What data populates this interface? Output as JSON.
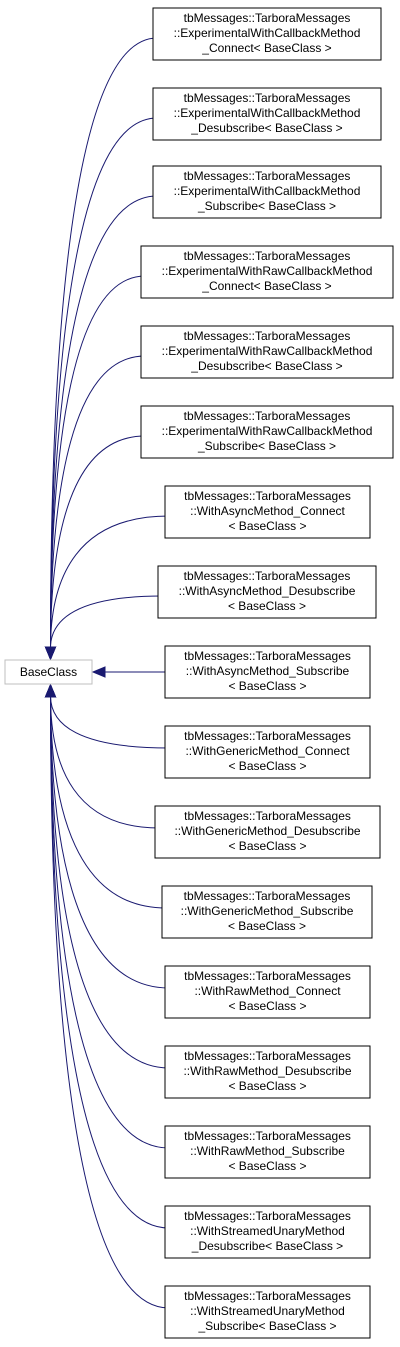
{
  "diagram": {
    "base": {
      "label": "BaseClass"
    },
    "children": [
      {
        "lines": [
          "tbMessages::TarboraMessages",
          "::ExperimentalWithCallbackMethod",
          "_Connect< BaseClass >"
        ]
      },
      {
        "lines": [
          "tbMessages::TarboraMessages",
          "::ExperimentalWithCallbackMethod",
          "_Desubscribe< BaseClass >"
        ]
      },
      {
        "lines": [
          "tbMessages::TarboraMessages",
          "::ExperimentalWithCallbackMethod",
          "_Subscribe< BaseClass >"
        ]
      },
      {
        "lines": [
          "tbMessages::TarboraMessages",
          "::ExperimentalWithRawCallbackMethod",
          "_Connect< BaseClass >"
        ]
      },
      {
        "lines": [
          "tbMessages::TarboraMessages",
          "::ExperimentalWithRawCallbackMethod",
          "_Desubscribe< BaseClass >"
        ]
      },
      {
        "lines": [
          "tbMessages::TarboraMessages",
          "::ExperimentalWithRawCallbackMethod",
          "_Subscribe< BaseClass >"
        ]
      },
      {
        "lines": [
          "tbMessages::TarboraMessages",
          "::WithAsyncMethod_Connect",
          "< BaseClass >"
        ]
      },
      {
        "lines": [
          "tbMessages::TarboraMessages",
          "::WithAsyncMethod_Desubscribe",
          "< BaseClass >"
        ]
      },
      {
        "lines": [
          "tbMessages::TarboraMessages",
          "::WithAsyncMethod_Subscribe",
          "< BaseClass >"
        ]
      },
      {
        "lines": [
          "tbMessages::TarboraMessages",
          "::WithGenericMethod_Connect",
          "< BaseClass >"
        ]
      },
      {
        "lines": [
          "tbMessages::TarboraMessages",
          "::WithGenericMethod_Desubscribe",
          "< BaseClass >"
        ]
      },
      {
        "lines": [
          "tbMessages::TarboraMessages",
          "::WithGenericMethod_Subscribe",
          "< BaseClass >"
        ]
      },
      {
        "lines": [
          "tbMessages::TarboraMessages",
          "::WithRawMethod_Connect",
          "< BaseClass >"
        ]
      },
      {
        "lines": [
          "tbMessages::TarboraMessages",
          "::WithRawMethod_Desubscribe",
          "< BaseClass >"
        ]
      },
      {
        "lines": [
          "tbMessages::TarboraMessages",
          "::WithRawMethod_Subscribe",
          "< BaseClass >"
        ]
      },
      {
        "lines": [
          "tbMessages::TarboraMessages",
          "::WithStreamedUnaryMethod",
          "_Desubscribe< BaseClass >"
        ]
      },
      {
        "lines": [
          "tbMessages::TarboraMessages",
          "::WithStreamedUnaryMethod",
          "_Subscribe< BaseClass >"
        ]
      }
    ],
    "colors": {
      "edge": "#191970",
      "child_border": "#000000",
      "base_border": "#bfbfbf",
      "text": "#000000"
    }
  }
}
